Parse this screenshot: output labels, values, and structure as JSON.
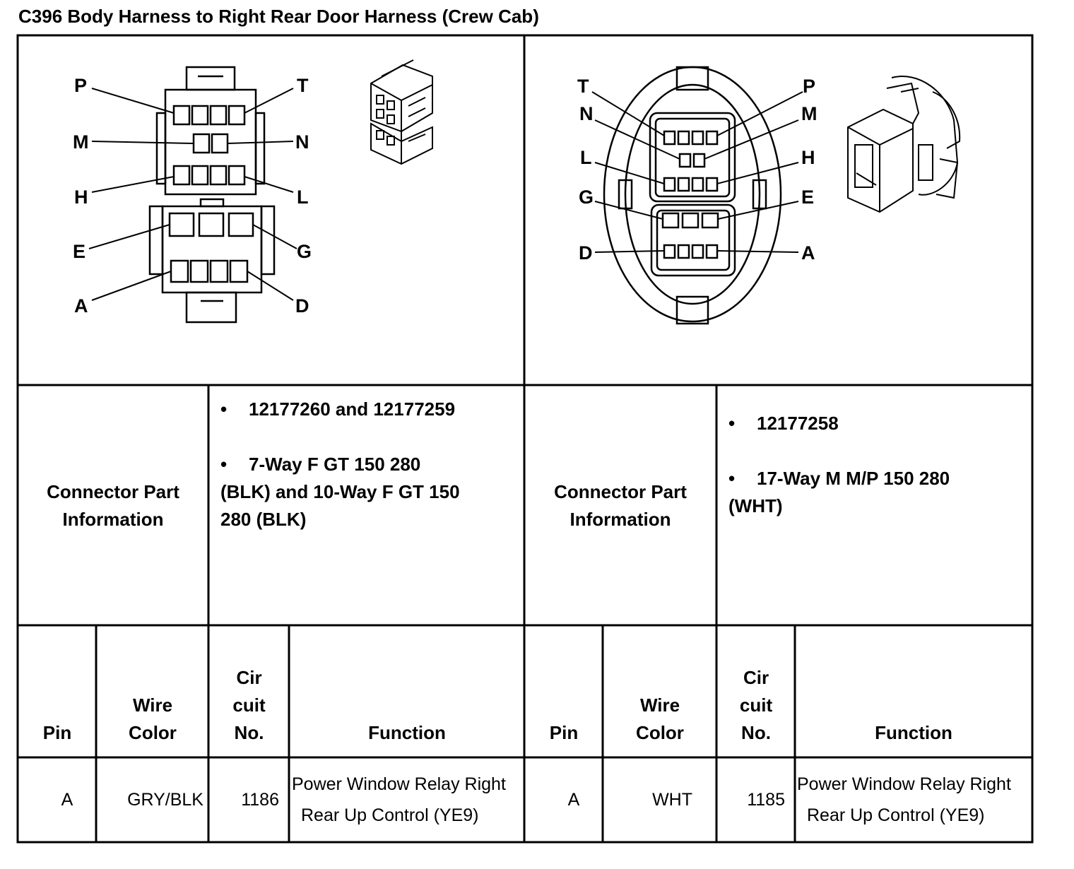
{
  "title": "C396 Body Harness to Right Rear Door Harness (Crew Cab)",
  "left_connector": {
    "pin_labels": [
      "P",
      "T",
      "M",
      "N",
      "H",
      "L",
      "E",
      "G",
      "A",
      "D"
    ],
    "part_info_label": [
      "Connector Part",
      "Information"
    ],
    "part_numbers": "12177260 and 12177259",
    "description": [
      "7-Way F GT 150 280",
      "(BLK) and 10-Way F GT 150",
      "280 (BLK)"
    ]
  },
  "right_connector": {
    "pin_labels": [
      "T",
      "P",
      "N",
      "M",
      "L",
      "H",
      "G",
      "E",
      "D",
      "A"
    ],
    "part_info_label": [
      "Connector Part",
      "Information"
    ],
    "part_numbers": "12177258",
    "description": [
      "17-Way M M/P 150 280",
      "(WHT)"
    ]
  },
  "bullet": "•",
  "columns": {
    "pin": "Pin",
    "wire_color": [
      "Wire",
      "Color"
    ],
    "circuit_no": [
      "Cir",
      "cuit",
      "No."
    ],
    "function": "Function"
  },
  "left_rows": [
    {
      "pin": "A",
      "wire_color": "GRY/BLK",
      "circuit": "1186",
      "function": [
        "Power Window Relay Right",
        "Rear Up Control (YE9)"
      ]
    }
  ],
  "right_rows": [
    {
      "pin": "A",
      "wire_color": "WHT",
      "circuit": "1185",
      "function": [
        "Power Window Relay Right",
        "Rear Up Control (YE9)"
      ]
    }
  ]
}
